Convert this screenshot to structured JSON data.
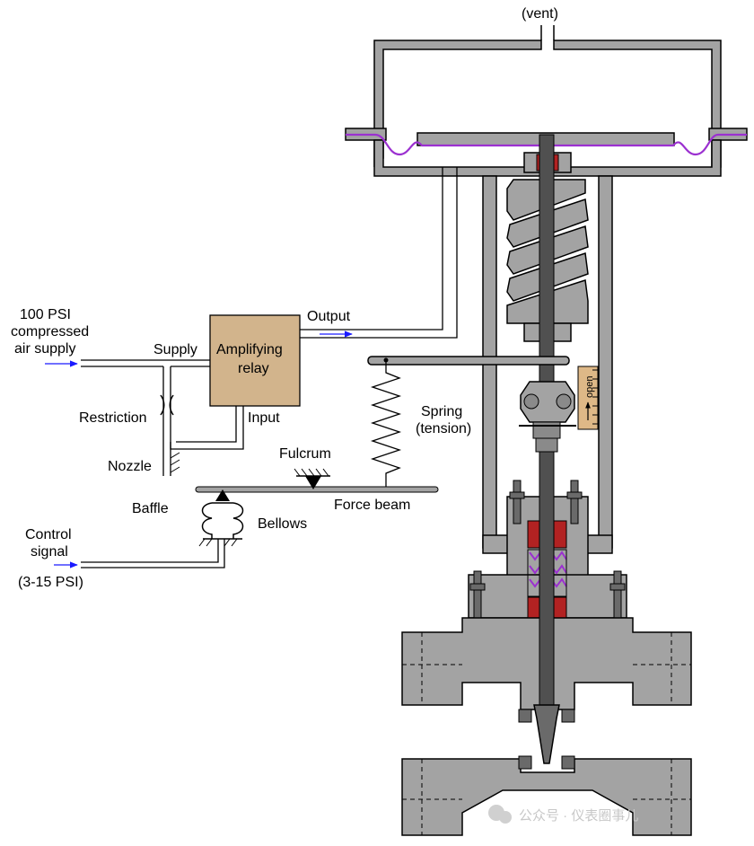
{
  "labels": {
    "vent": "(vent)",
    "supply_line1": "100 PSI",
    "supply_line2": "compressed",
    "supply_line3": "air supply",
    "supply": "Supply",
    "relay_line1": "Amplifying",
    "relay_line2": "relay",
    "output": "Output",
    "input": "Input",
    "restriction": "Restriction",
    "nozzle": "Nozzle",
    "baffle": "Baffle",
    "bellows": "Bellows",
    "fulcrum": "Fulcrum",
    "force_beam": "Force beam",
    "spring_line1": "Spring",
    "spring_line2": "(tension)",
    "control_line1": "Control",
    "control_line2": "signal",
    "control_line3": "(3-15 PSI)",
    "scale_open": "open",
    "watermark": "公众号 · 仪表圈事儿"
  },
  "colors": {
    "metal": "#a3a3a3",
    "metal_dark": "#5a5a5a",
    "stem": "#505050",
    "relay_box": "#d2b48c",
    "scale": "#deb887",
    "packing": "#b22222",
    "diaphragm": "#9b30d0",
    "arrow": "#1a1aff"
  }
}
